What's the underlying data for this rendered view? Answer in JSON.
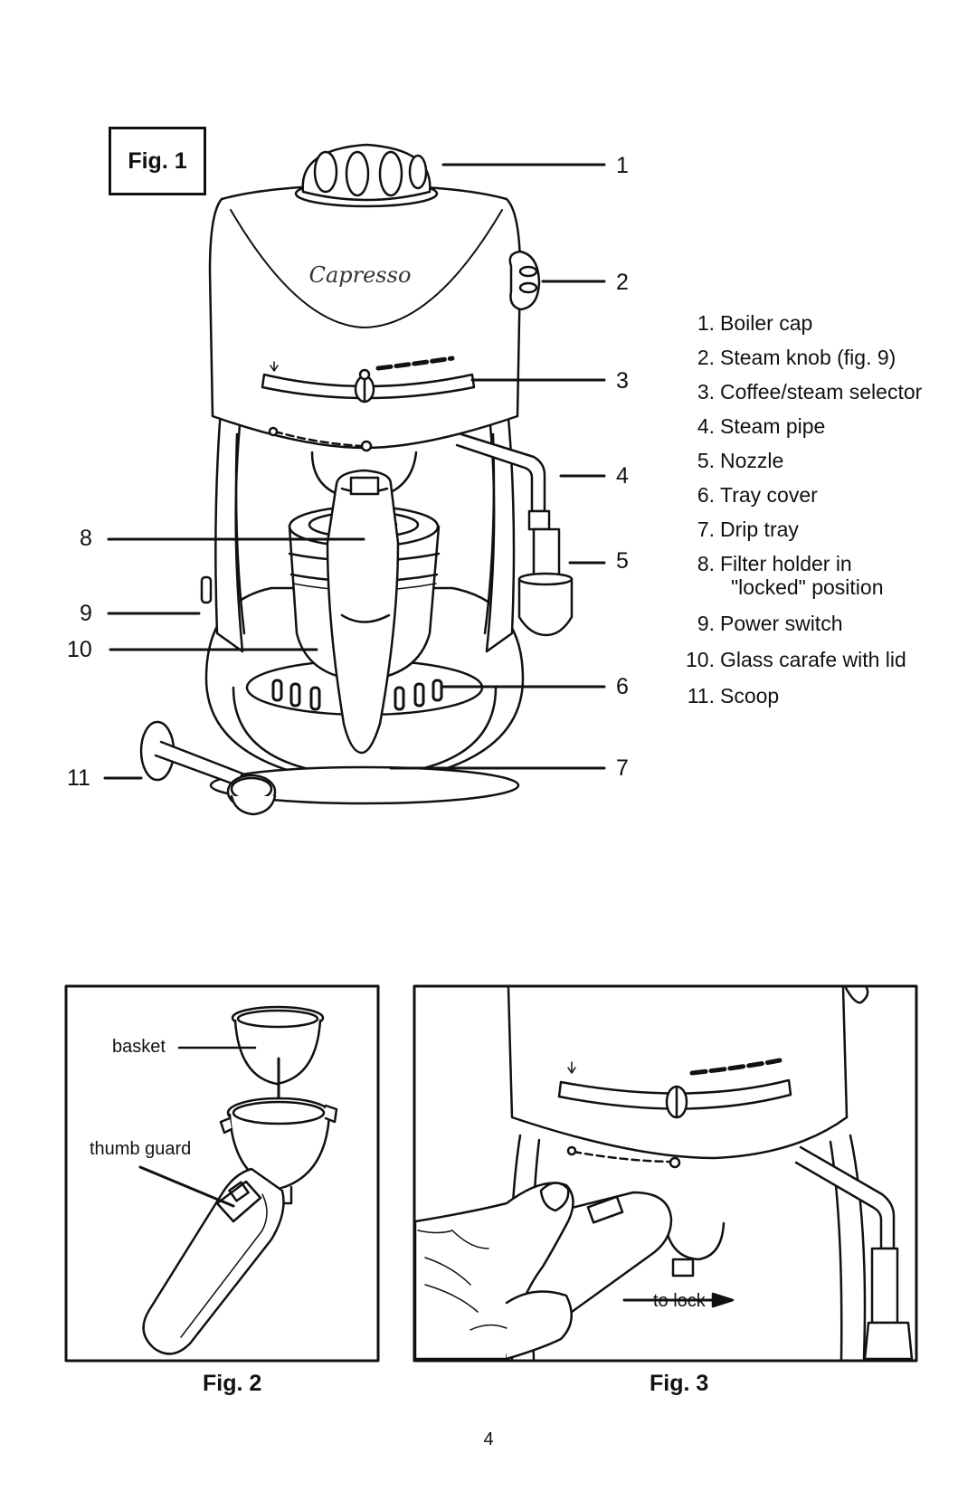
{
  "fig1": {
    "label": "Fig. 1",
    "brand": "Capresso",
    "callouts": {
      "c1": "1",
      "c2": "2",
      "c3": "3",
      "c4": "4",
      "c5": "5",
      "c6": "6",
      "c7": "7",
      "c8": "8",
      "c9": "9",
      "c10": "10",
      "c11": "11"
    }
  },
  "legend": [
    {
      "num": "1.",
      "text": "Boiler cap"
    },
    {
      "num": "2.",
      "text": "Steam knob (fig. 9)"
    },
    {
      "num": "3.",
      "text": "Coffee/steam selector"
    },
    {
      "num": "4.",
      "text": "Steam pipe"
    },
    {
      "num": "5.",
      "text": "Nozzle"
    },
    {
      "num": "6.",
      "text": "Tray cover"
    },
    {
      "num": "7.",
      "text": "Drip tray"
    },
    {
      "num": "8.",
      "text": "Filter holder in",
      "text2": "\"locked\" position"
    },
    {
      "num": "9.",
      "text": "Power switch"
    },
    {
      "num": "10.",
      "text": "Glass carafe with lid"
    },
    {
      "num": "11.",
      "text": "Scoop"
    }
  ],
  "fig2": {
    "caption": "Fig. 2",
    "basket_label": "basket",
    "thumb_guard_label": "thumb guard"
  },
  "fig3": {
    "caption": "Fig. 3",
    "to_lock_label": "to lock"
  },
  "page_number": "4"
}
